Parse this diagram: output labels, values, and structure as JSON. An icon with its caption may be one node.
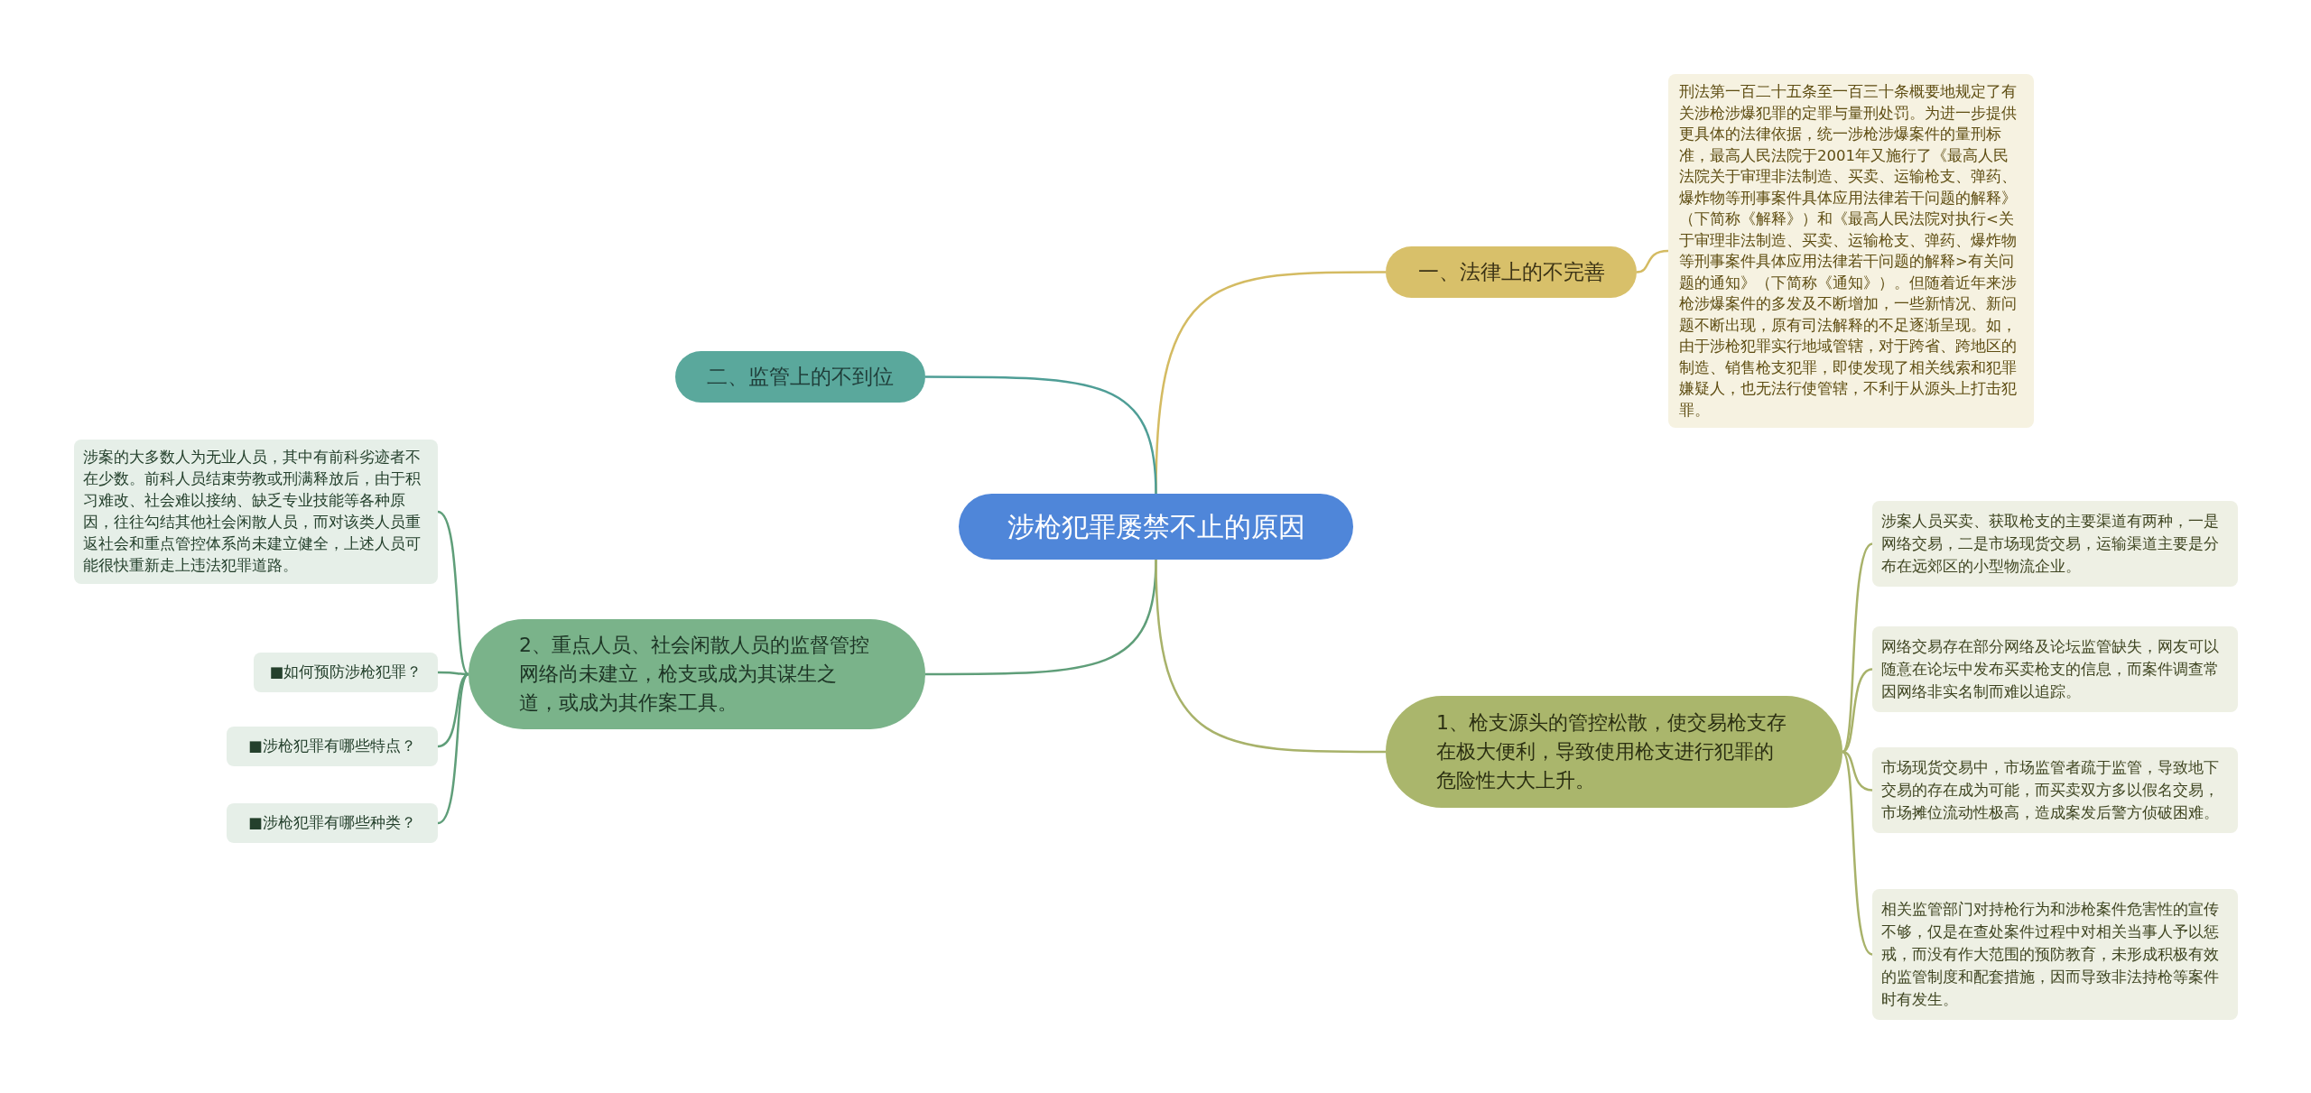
{
  "diagram": {
    "nodes": [
      {
        "text": [
          "涉枪犯罪屡禁不止的原因"
        ]
      },
      {
        "text": [
          "一、法律上的不完善"
        ]
      },
      {
        "text": [
          "刑法第一百二十五条至一百三十条概要地规定了有关涉枪涉爆犯罪的定罪与量刑处罚。为进一步提供更具体的法律依据，统一涉枪涉爆案件的量刑标准，最高人民法院于2001年又施行了《最高人民法院关于审理非法制造、买卖、运输枪支、弹药、爆炸物等刑事案件具体应用法律若干问题的解释》（下简称《解释》）和《最高人民法院对执行<关于审理非法制造、买卖、运输枪支、弹药、爆炸物等刑事案件具体应用法律若干问题的解释>有关问题的通知》（下简称《通知》）。但随着近年来涉枪涉爆案件的多发及不断增加，一些新情况、新问题不断出现，原有司法解释的不足逐渐呈现。如，由于涉枪犯罪实行地域管辖，对于跨省、跨地区的制造、销售枪支犯罪，即使发现了相关线索和犯罪嫌疑人，也无法行使管辖，不利于从源头上打击犯罪。"
        ]
      },
      {
        "text": [
          "二、监管上的不到位"
        ]
      },
      {
        "text": [
          "2、重点人员、社会闲散人员的监督管控网络尚未建立，枪支或成为其谋生之道，或成为其作案工具。"
        ]
      },
      {
        "text": [
          "涉案的大多数人为无业人员，其中有前科劣迹者不在少数。前科人员结束劳教或刑满释放后，由于积习难改、社会难以接纳、缺乏专业技能等各种原因，往往勾结其他社会闲散人员，而对该类人员重返社会和重点管控体系尚未建立健全，上述人员可能很快重新走上违法犯罪道路。"
        ]
      },
      {
        "text": [
          "■如何预防涉枪犯罪？"
        ]
      },
      {
        "text": [
          "■涉枪犯罪有哪些特点？"
        ]
      },
      {
        "text": [
          "■涉枪犯罪有哪些种类？"
        ]
      },
      {
        "text": [
          "1、枪支源头的管控松散，使交易枪支存在极大便利，导致使用枪支进行犯罪的危险性大大上升。"
        ]
      },
      {
        "text": [
          "涉案人员买卖、获取枪支的主要渠道有两种，一是网络交易，二是市场现货交易，运输渠道主要是分布在远郊区的小型物流企业。"
        ]
      },
      {
        "text": [
          "网络交易存在部分网络及论坛监管缺失，网友可以随意在论坛中发布买卖枪支的信息，而案件调查常因网络非实名制而难以追踪。"
        ]
      },
      {
        "text": [
          "市场现货交易中，市场监管者疏于监管，导致地下交易的存在成为可能，而买卖双方多以假名交易，市场摊位流动性极高，造成案发后警方侦破困难。"
        ]
      },
      {
        "text": [
          "相关监管部门对持枪行为和涉枪案件危害性的宣传不够，仅是在查处案件过程中对相关当事人予以惩戒，而没有作大范围的预防教育，未形成积极有效的监管制度和配套措施，因而导致非法持枪等案件时有发生。"
        ]
      }
    ],
    "edges": [
      {
        "from": 0,
        "to": 1,
        "arrow": "none",
        "color": "#d4bb62"
      },
      {
        "from": 1,
        "to": 2,
        "arrow": "none",
        "color": "#d4bb62"
      },
      {
        "from": 0,
        "to": 3,
        "arrow": "none",
        "color": "#4f9e96"
      },
      {
        "from": 0,
        "to": 4,
        "arrow": "none",
        "color": "#5f9e79"
      },
      {
        "from": 4,
        "to": 5,
        "arrow": "none",
        "color": "#5f9e79"
      },
      {
        "from": 4,
        "to": 6,
        "arrow": "none",
        "color": "#5f9e79"
      },
      {
        "from": 4,
        "to": 7,
        "arrow": "none",
        "color": "#5f9e79"
      },
      {
        "from": 4,
        "to": 8,
        "arrow": "none",
        "color": "#5f9e79"
      },
      {
        "from": 0,
        "to": 9,
        "arrow": "none",
        "color": "#a8b26a"
      },
      {
        "from": 9,
        "to": 10,
        "arrow": "none",
        "color": "#a8b26a"
      },
      {
        "from": 9,
        "to": 11,
        "arrow": "none",
        "color": "#a8b26a"
      },
      {
        "from": 9,
        "to": 12,
        "arrow": "none",
        "color": "#a8b26a"
      },
      {
        "from": 9,
        "to": 13,
        "arrow": "none",
        "color": "#a8b26a"
      }
    ]
  }
}
